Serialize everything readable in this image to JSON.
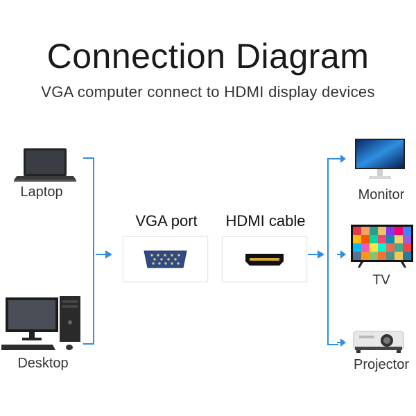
{
  "title": "Connection Diagram",
  "subtitle": "VGA computer connect to HDMI display devices",
  "sources": {
    "laptop": {
      "label": "Laptop",
      "icon": "laptop-icon"
    },
    "desktop": {
      "label": "Desktop",
      "icon": "desktop-computer-icon"
    }
  },
  "adapter": {
    "input_label": "VGA port",
    "input_icon": "vga-port-icon",
    "output_label": "HDMI cable",
    "output_icon": "hdmi-port-icon"
  },
  "displays": {
    "monitor": {
      "label": "Monitor",
      "icon": "monitor-icon"
    },
    "tv": {
      "label": "TV",
      "icon": "tv-icon"
    },
    "projector": {
      "label": "Projector",
      "icon": "projector-icon"
    }
  },
  "colors": {
    "connector": "#2f8ee0",
    "vga_port": "#2e4b85",
    "hdmi_gold": "#d4a83a"
  }
}
